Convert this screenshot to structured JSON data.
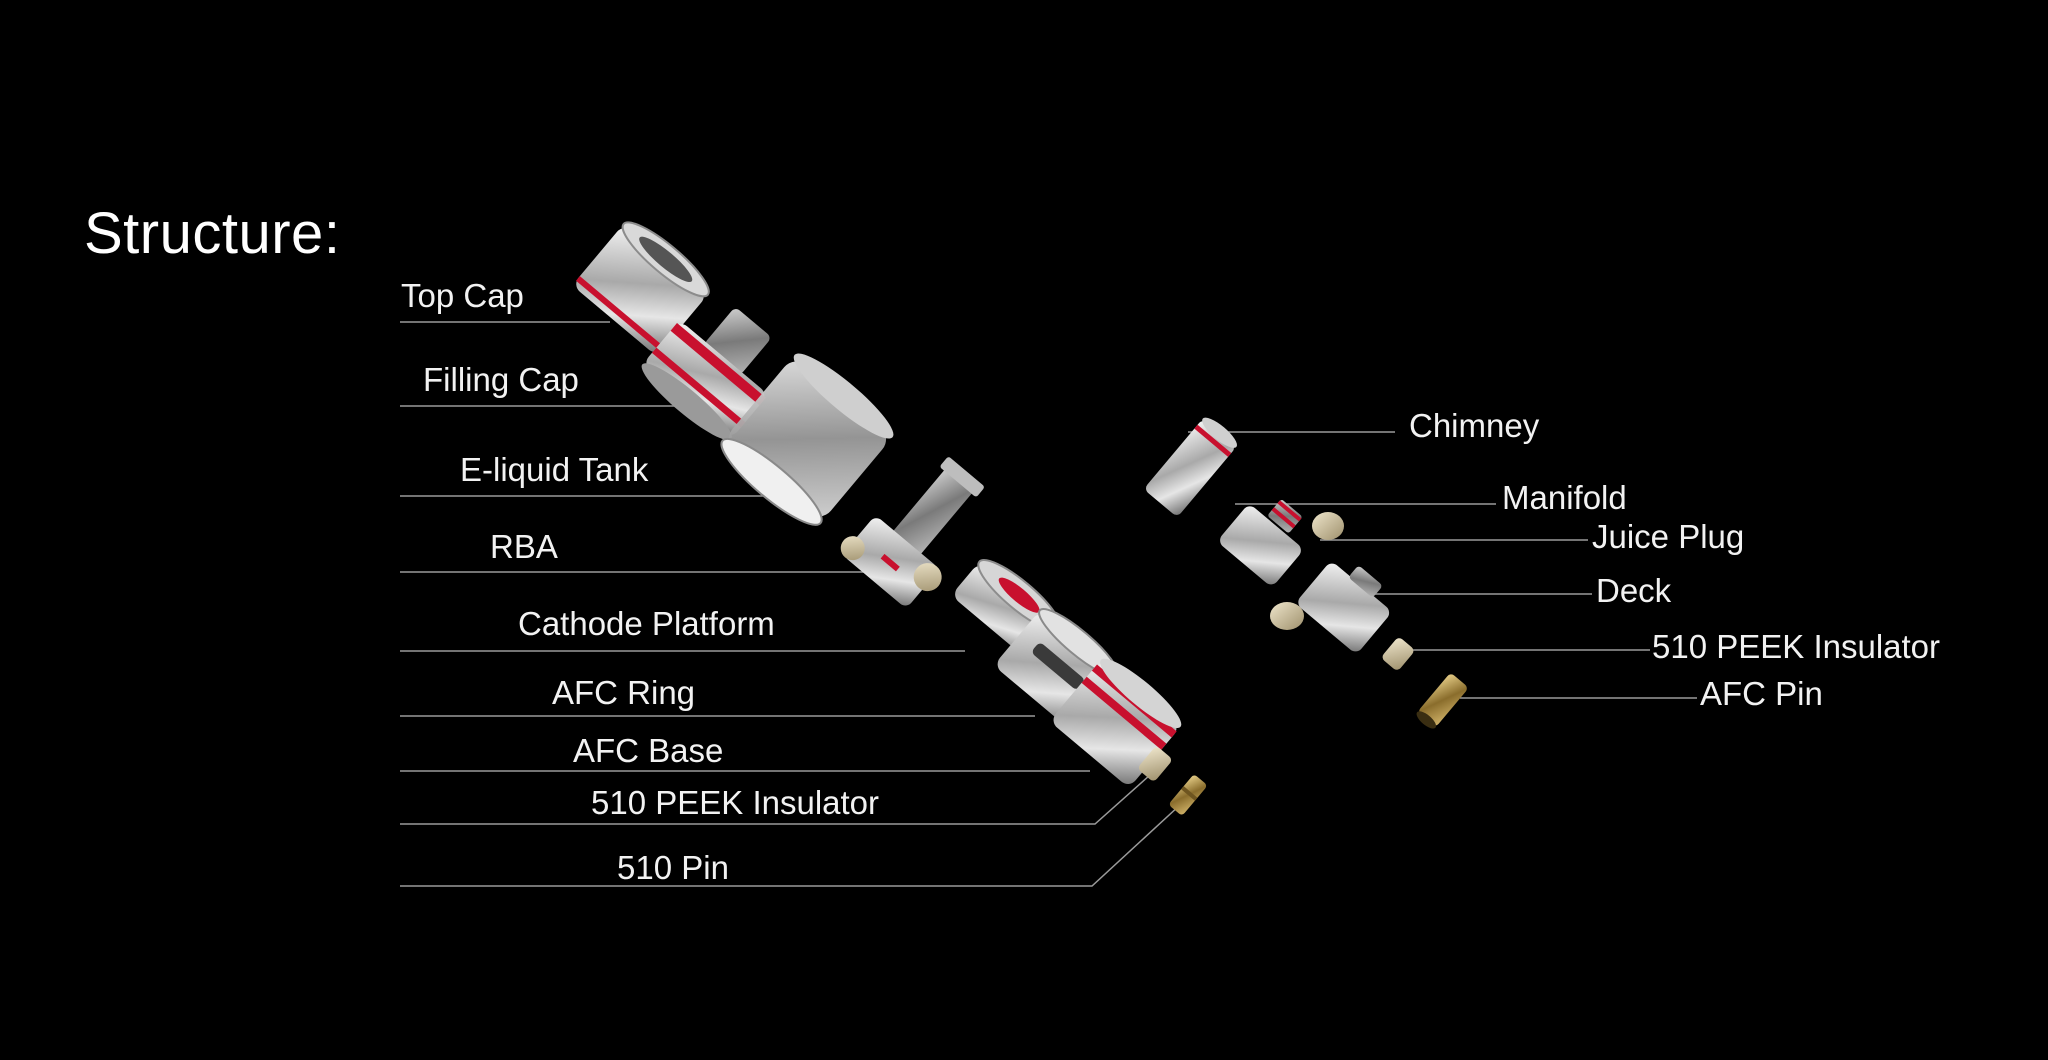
{
  "title": "Structure:",
  "colors": {
    "background": "#000000",
    "text": "#ffffff",
    "leader_line": "#9a9a9a",
    "seal_red": "#c8102e",
    "metal": "#c8c8c8",
    "brass": "#b8964a",
    "peek": "#d8cdb0"
  },
  "left_labels": {
    "top_cap": "Top Cap",
    "filling_cap": "Filling Cap",
    "e_liquid_tank": "E-liquid Tank",
    "rba": "RBA",
    "cathode_platform": "Cathode Platform",
    "afc_ring": "AFC Ring",
    "afc_base": "AFC Base",
    "peek_insulator": "510 PEEK Insulator",
    "pin_510": "510 Pin"
  },
  "right_labels": {
    "chimney": "Chimney",
    "manifold": "Manifold",
    "juice_plug": "Juice Plug",
    "deck": "Deck",
    "peek_insulator": "510 PEEK Insulator",
    "afc_pin": "AFC Pin"
  }
}
